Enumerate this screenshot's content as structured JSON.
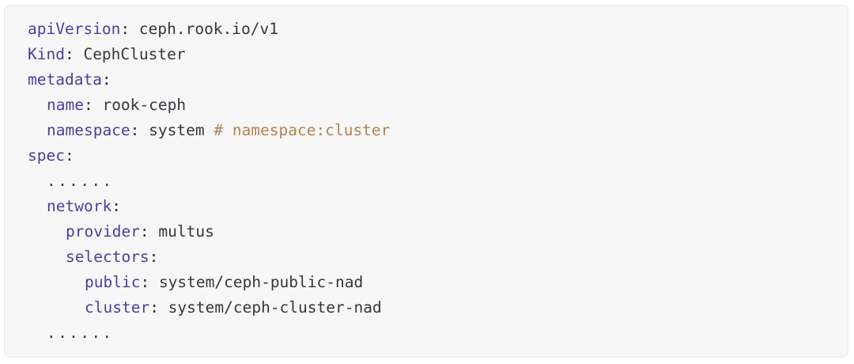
{
  "card": {
    "background_color": "#f7f7f8",
    "border_color": "#e8e8ea",
    "page_background": "#ffffff"
  },
  "theme": {
    "key_color": "#4b3f9e",
    "value_color": "#36363c",
    "comment_color": "#b5834f",
    "punctuation_color": "#2f2f35"
  },
  "code": {
    "language": "yaml",
    "lines": [
      {
        "indent": 0,
        "tokens": [
          {
            "type": "key",
            "text": "apiVersion"
          },
          {
            "type": "punct",
            "text": ": "
          },
          {
            "type": "value",
            "text": "ceph.rook.io/v1"
          }
        ]
      },
      {
        "indent": 0,
        "tokens": [
          {
            "type": "key",
            "text": "Kind"
          },
          {
            "type": "punct",
            "text": ": "
          },
          {
            "type": "value",
            "text": "CephCluster"
          }
        ]
      },
      {
        "indent": 0,
        "tokens": [
          {
            "type": "key",
            "text": "metadata"
          },
          {
            "type": "punct",
            "text": ":"
          }
        ]
      },
      {
        "indent": 1,
        "tokens": [
          {
            "type": "key",
            "text": "name"
          },
          {
            "type": "punct",
            "text": ": "
          },
          {
            "type": "value",
            "text": "rook-ceph"
          }
        ]
      },
      {
        "indent": 1,
        "tokens": [
          {
            "type": "key",
            "text": "namespace"
          },
          {
            "type": "punct",
            "text": ": "
          },
          {
            "type": "value",
            "text": "system "
          },
          {
            "type": "comment",
            "text": "# namespace:cluster"
          }
        ]
      },
      {
        "indent": 0,
        "tokens": [
          {
            "type": "key",
            "text": "spec"
          },
          {
            "type": "punct",
            "text": ":"
          }
        ]
      },
      {
        "indent": 1,
        "tokens": [
          {
            "type": "ellipsis",
            "text": "......"
          }
        ]
      },
      {
        "indent": 1,
        "tokens": [
          {
            "type": "key",
            "text": "network"
          },
          {
            "type": "punct",
            "text": ":"
          }
        ]
      },
      {
        "indent": 2,
        "tokens": [
          {
            "type": "key",
            "text": "provider"
          },
          {
            "type": "punct",
            "text": ": "
          },
          {
            "type": "value",
            "text": "multus"
          }
        ]
      },
      {
        "indent": 2,
        "tokens": [
          {
            "type": "key",
            "text": "selectors"
          },
          {
            "type": "punct",
            "text": ":"
          }
        ]
      },
      {
        "indent": 3,
        "tokens": [
          {
            "type": "key",
            "text": "public"
          },
          {
            "type": "punct",
            "text": ": "
          },
          {
            "type": "value",
            "text": "system/ceph-public-nad"
          }
        ]
      },
      {
        "indent": 3,
        "tokens": [
          {
            "type": "key",
            "text": "cluster"
          },
          {
            "type": "punct",
            "text": ": "
          },
          {
            "type": "value",
            "text": "system/ceph-cluster-nad"
          }
        ]
      },
      {
        "indent": 1,
        "tokens": [
          {
            "type": "ellipsis",
            "text": "......"
          }
        ]
      }
    ]
  }
}
